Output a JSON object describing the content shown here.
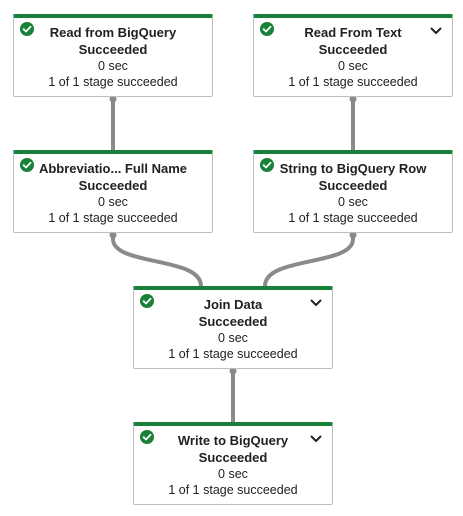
{
  "colors": {
    "success": "#188038",
    "edge": "#8a8a8a",
    "border": "#bdbdbd",
    "text": "#202124"
  },
  "icons": {
    "status": "check-circle-icon",
    "expand": "chevron-down-icon"
  },
  "nodes": [
    {
      "id": "read-from-bigquery",
      "title": "Read from BigQuery",
      "status": "Succeeded",
      "duration": "0 sec",
      "stages": "1 of 1 stage succeeded",
      "expandable": false
    },
    {
      "id": "read-from-text",
      "title": "Read From Text",
      "status": "Succeeded",
      "duration": "0 sec",
      "stages": "1 of 1 stage succeeded",
      "expandable": true
    },
    {
      "id": "abbreviation-full-name",
      "title": "Abbreviatio... Full Name",
      "status": "Succeeded",
      "duration": "0 sec",
      "stages": "1 of 1 stage succeeded",
      "expandable": false
    },
    {
      "id": "string-to-bigquery-row",
      "title": "String to BigQuery Row",
      "status": "Succeeded",
      "duration": "0 sec",
      "stages": "1 of 1 stage succeeded",
      "expandable": false
    },
    {
      "id": "join-data",
      "title": "Join Data",
      "status": "Succeeded",
      "duration": "0 sec",
      "stages": "1 of 1 stage succeeded",
      "expandable": true
    },
    {
      "id": "write-to-bigquery",
      "title": "Write to BigQuery",
      "status": "Succeeded",
      "duration": "0 sec",
      "stages": "1 of 1 stage succeeded",
      "expandable": true
    }
  ],
  "edges": [
    {
      "from": "read-from-bigquery",
      "to": "abbreviation-full-name"
    },
    {
      "from": "read-from-text",
      "to": "string-to-bigquery-row"
    },
    {
      "from": "abbreviation-full-name",
      "to": "join-data"
    },
    {
      "from": "string-to-bigquery-row",
      "to": "join-data"
    },
    {
      "from": "join-data",
      "to": "write-to-bigquery"
    }
  ]
}
